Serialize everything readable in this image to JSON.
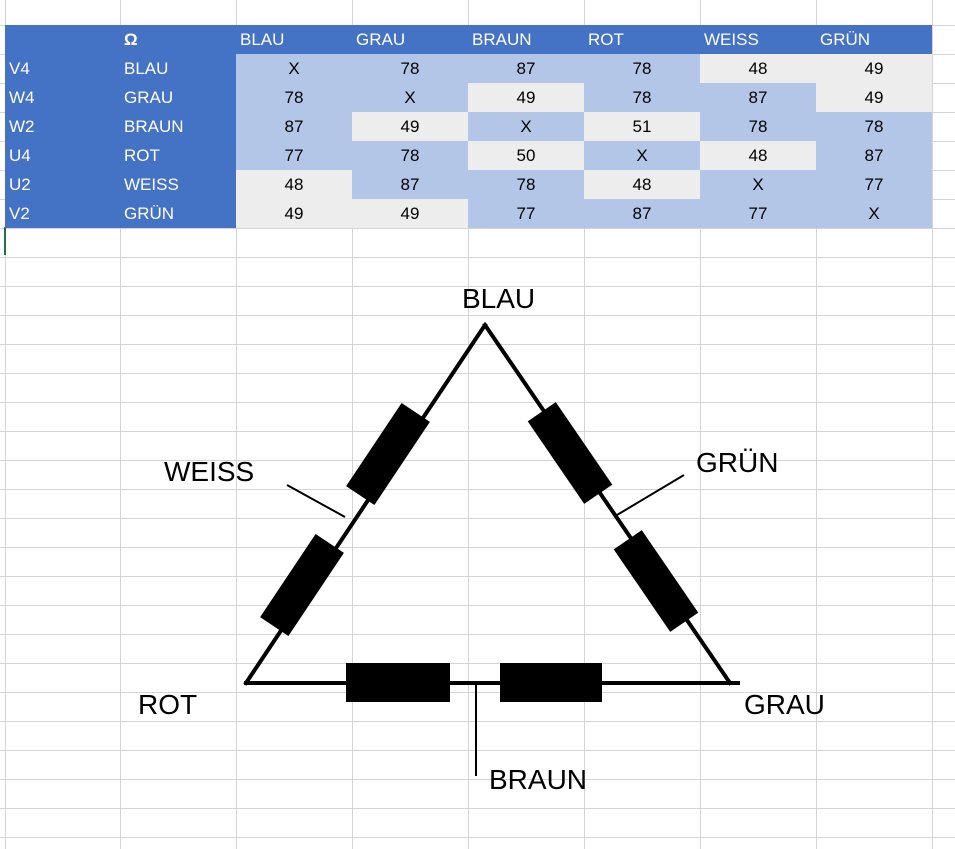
{
  "table": {
    "corner": "",
    "omega_header": "Ω",
    "column_headers": [
      "BLAU",
      "GRAU",
      "BRAUN",
      "ROT",
      "WEISS",
      "GRÜN"
    ],
    "rows": [
      {
        "terminal": "V4",
        "color": "BLAU",
        "values": [
          "X",
          "78",
          "87",
          "78",
          "48",
          "49"
        ]
      },
      {
        "terminal": "W4",
        "color": "GRAU",
        "values": [
          "78",
          "X",
          "49",
          "78",
          "87",
          "49"
        ]
      },
      {
        "terminal": "W2",
        "color": "BRAUN",
        "values": [
          "87",
          "49",
          "X",
          "51",
          "78",
          "78"
        ]
      },
      {
        "terminal": "U4",
        "color": "ROT",
        "values": [
          "77",
          "78",
          "50",
          "X",
          "48",
          "87"
        ]
      },
      {
        "terminal": "U2",
        "color": "WEISS",
        "values": [
          "48",
          "87",
          "78",
          "48",
          "X",
          "77"
        ]
      },
      {
        "terminal": "V2",
        "color": "GRÜN",
        "values": [
          "49",
          "49",
          "77",
          "87",
          "77",
          "X"
        ]
      }
    ],
    "cell_shading": [
      [
        "blue",
        "blue",
        "blue",
        "blue",
        "gray",
        "gray"
      ],
      [
        "blue",
        "blue",
        "gray",
        "blue",
        "blue",
        "gray"
      ],
      [
        "blue",
        "gray",
        "blue",
        "gray",
        "blue",
        "blue"
      ],
      [
        "blue",
        "blue",
        "gray",
        "blue",
        "gray",
        "blue"
      ],
      [
        "gray",
        "blue",
        "blue",
        "gray",
        "blue",
        "blue"
      ],
      [
        "gray",
        "gray",
        "blue",
        "blue",
        "blue",
        "blue"
      ]
    ]
  },
  "diagram": {
    "labels": {
      "top": "BLAU",
      "left": "WEISS",
      "right": "GRÜN",
      "bottom_left": "ROT",
      "bottom_right": "GRAU",
      "bottom": "BRAUN"
    }
  },
  "colors": {
    "header_blue": "#4472c4",
    "cell_blue": "#b4c6e7",
    "cell_gray": "#ededed",
    "gridline": "#d4d4d4"
  }
}
